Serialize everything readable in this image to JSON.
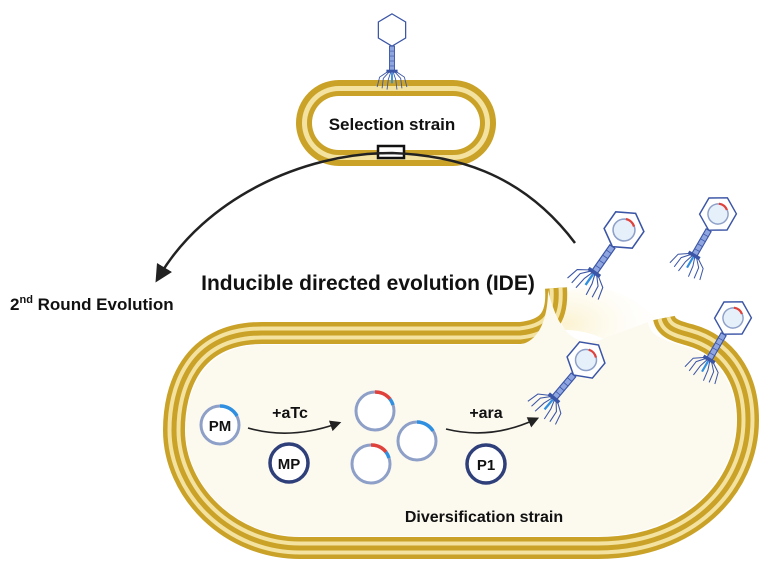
{
  "labels": {
    "selection_strain": "Selection strain",
    "title": "Inducible directed evolution  (IDE)",
    "second_round_prefix": "2",
    "second_round_sup": "nd",
    "second_round_suffix": " Round Evolution",
    "diversification_strain": "Diversification strain",
    "inducer_atc": "+aTc",
    "inducer_ara": "+ara"
  },
  "plasmids": {
    "pm": "PM",
    "mp": "MP",
    "p1": "P1"
  },
  "colors": {
    "membrane_gold": "#c9a227",
    "membrane_light": "#f3e2a0",
    "phage_blue": "#3b55a6",
    "phage_light": "#8fa5e0",
    "plasmid_ring": "#8ea0c8",
    "plasmid_dark": "#2e3f7a",
    "accent_blue": "#2f8fe0",
    "accent_red": "#e0413a",
    "arrow": "#222222"
  },
  "icons": {
    "phage": "bacteriophage-icon",
    "plasmid": "plasmid-icon"
  }
}
